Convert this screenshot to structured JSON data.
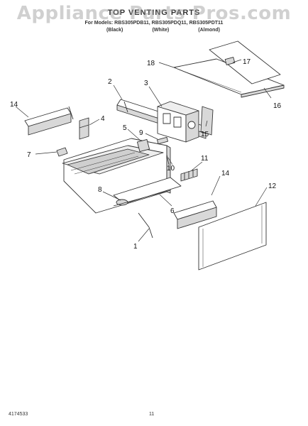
{
  "header": {
    "title": "TOP VENTING PARTS",
    "models": "For Models: RBS305PDB11, RBS305PDQ11, RBS305PDT11",
    "color_black": "(Black)",
    "color_white": "(White)",
    "color_almond": "(Almond)"
  },
  "watermark": "Appliance Parts Pros.com",
  "callouts": [
    "1",
    "2",
    "3",
    "4",
    "5",
    "6",
    "7",
    "8",
    "9",
    "10",
    "11",
    "12",
    "14",
    "14",
    "15",
    "16",
    "17",
    "18"
  ],
  "footer": {
    "part_number": "4174533",
    "page": "11"
  },
  "colors": {
    "line": "#333333",
    "part_fill": "#ffffff",
    "part_shade": "#d8d8d8",
    "watermark": "#969696"
  }
}
